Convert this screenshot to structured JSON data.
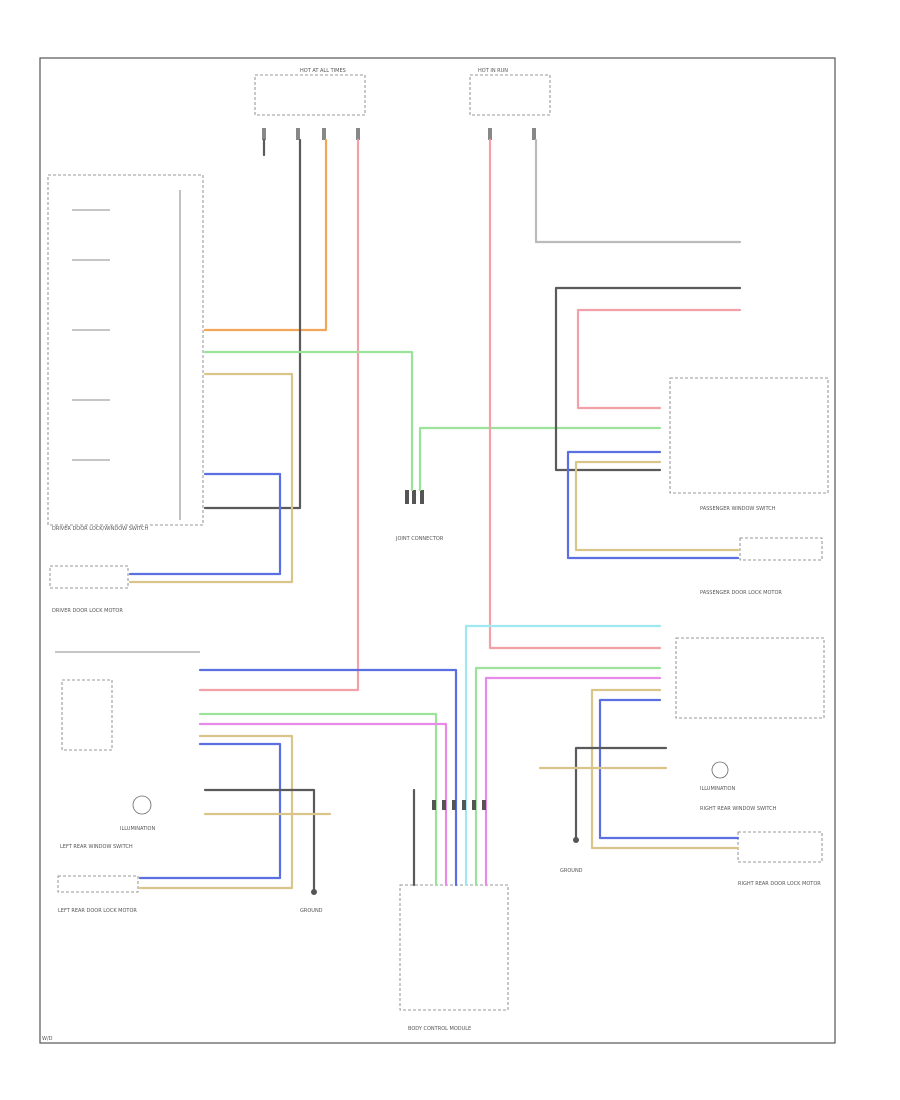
{
  "palette": {
    "pink": "#f4a0a8",
    "orange": "#f2a65a",
    "green": "#9be39b",
    "blue": "#5b6fe0",
    "tan": "#d9c48a",
    "dark": "#5a5a5a",
    "violet": "#e88be8",
    "cyan": "#9fe8ef",
    "gray": "#bbbbbb"
  },
  "labels": {
    "hot_at_all_times": "HOT AT ALL TIMES",
    "hot_in_run_start": "HOT IN RUN",
    "driver_lock_switch": "DRIVER DOOR LOCK/WINDOW SWITCH",
    "driver_lock_motor": "DRIVER DOOR LOCK MOTOR",
    "joint_connector": "JOINT CONNECTOR",
    "passenger_window_switch": "PASSENGER WINDOW SWITCH",
    "passenger_lock_motor": "PASSENGER DOOR LOCK MOTOR",
    "right_rear_window_switch": "RIGHT REAR WINDOW SWITCH",
    "right_rear_lock_motor": "RIGHT REAR DOOR LOCK MOTOR",
    "left_rear_window_switch": "LEFT REAR WINDOW SWITCH",
    "left_rear_lock_motor": "LEFT REAR DOOR LOCK MOTOR",
    "illumination": "ILLUMINATION",
    "body_control_module": "BODY CONTROL MODULE",
    "ground": "GROUND",
    "footer": "W/D"
  }
}
